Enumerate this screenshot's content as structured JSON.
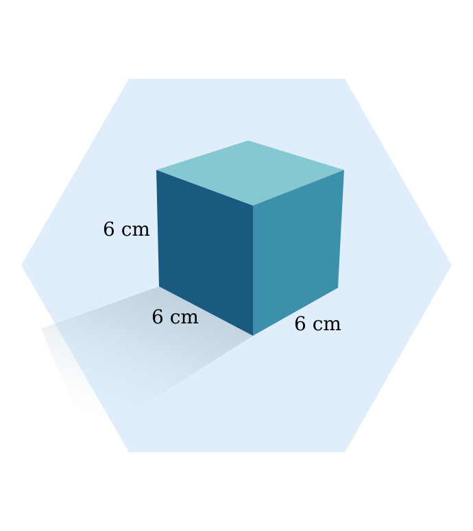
{
  "figure": {
    "shape": "cube",
    "labels": {
      "height": "6 cm",
      "depth": "6 cm",
      "width": "6 cm"
    }
  },
  "colors": {
    "background": "#ffffff",
    "hexagon": "#dfeefa",
    "shadow": "#a9bccb",
    "top_face": "#86c8d2",
    "front_face": "#1a5a80",
    "side_face": "#3d90ac"
  }
}
